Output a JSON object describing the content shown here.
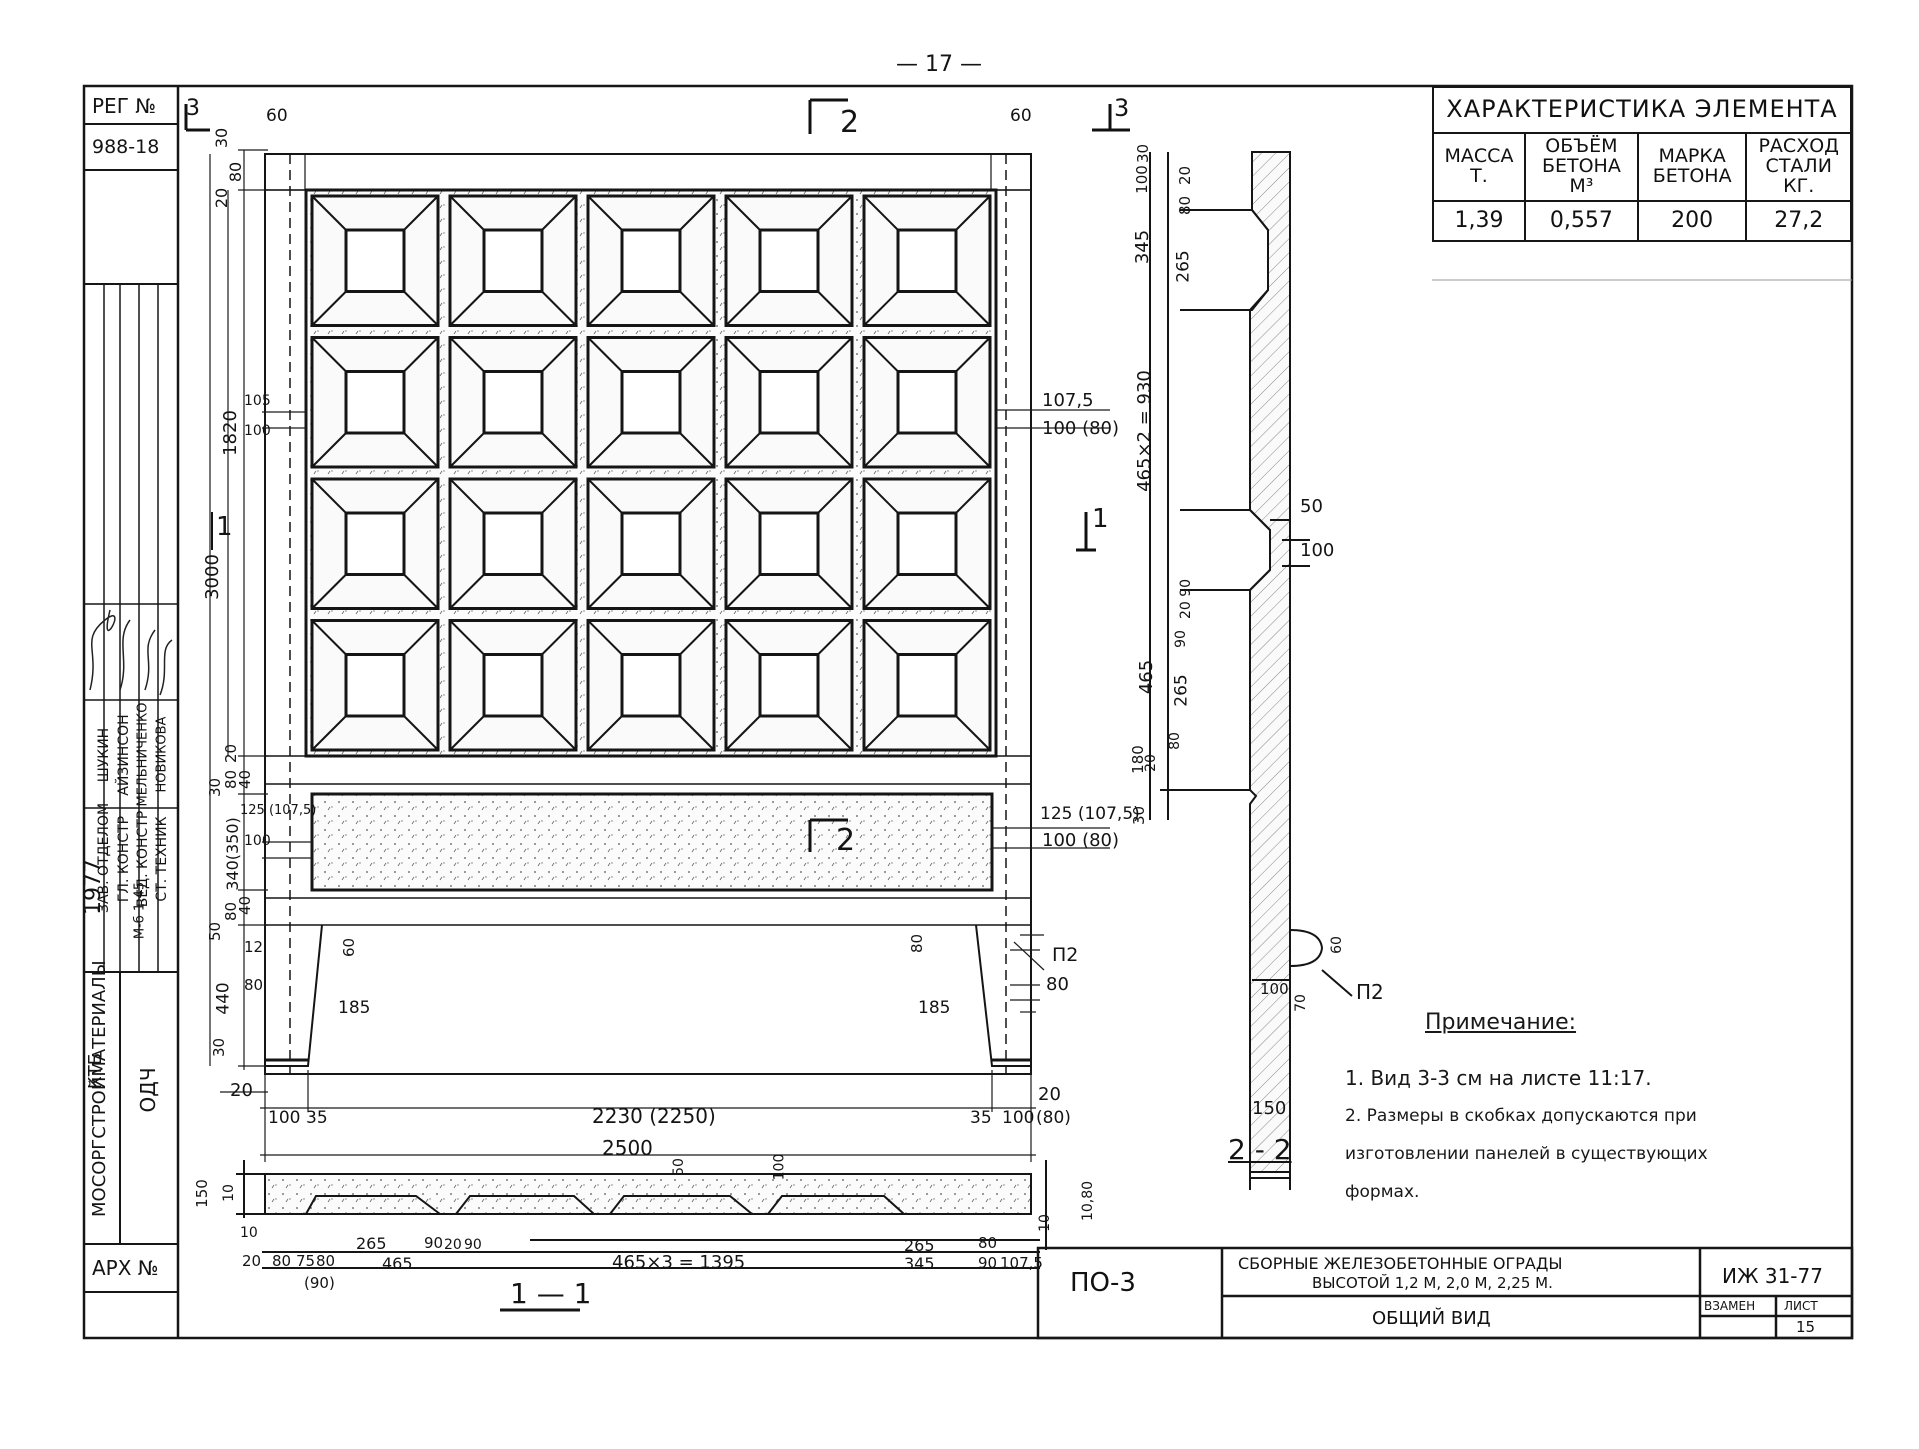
{
  "page_number": "— 17 —",
  "left_panel": {
    "reg_label": "РЕГ №",
    "reg_value": "988-18",
    "arch_label": "АРХ №",
    "org_text": "МОСОРГСТРОЙМАТЕРИАЛЫ",
    "org_sub": "КТБ",
    "odch": "ОДЧ",
    "year": "1977",
    "scale": "М-б 1:45",
    "staff_roles": [
      "ЗАВ. ОТДЕЛОМ",
      "ГЛ. КОНСТР",
      "ВЕД. КОНСТР",
      "СТ. ТЕХНИК"
    ],
    "staff_names": [
      "ШУКИН",
      "АЙЗИНСОН",
      "МЕЛЬНИЧЕНКО",
      "НОВИКОВА"
    ]
  },
  "properties_table": {
    "title": "ХАРАКТЕРИСТИКА ЭЛЕМЕНТА",
    "columns": [
      {
        "label": "МАССА Т.",
        "value": "1,39"
      },
      {
        "label": "ОБЪЁМ БЕТОНА М³",
        "value": "0,557"
      },
      {
        "label": "МАРКА БЕТОНА",
        "value": "200"
      },
      {
        "label": "РАСХОД СТАЛИ КГ.",
        "value": "27,2"
      }
    ]
  },
  "section_marks": {
    "s3_top_left": "3",
    "s3_top_right": "3",
    "s2_top": "2",
    "s2_bottom": "2",
    "s1_left": "1",
    "s1_right": "1",
    "section_1_1": "1 — 1",
    "section_2_2": "2 - 2"
  },
  "dimensions_front": {
    "d60_left": "60",
    "d60_right": "60",
    "d30_top": "30",
    "d20_top": "20",
    "d80_top": "80",
    "d1820": "1820",
    "d3000": "3000",
    "d105_left": "105",
    "d100_left": "100",
    "d1075_right": "107,5",
    "d100_80_right": "100 (80)",
    "d20_mid": "20",
    "d80_mid": "80",
    "d30_mid": "30",
    "d40_mid": "40",
    "d125_1075_left": "125 (107,5)",
    "d100_mid_left": "100",
    "d340_350": "340(350)",
    "d125_1075_right": "125 (107,5)",
    "d100_80_right2": "100 (80)",
    "d40_low": "40",
    "d80_low": "80",
    "d50_low": "50",
    "d12_left": "12",
    "d80_left2": "80",
    "d440": "440",
    "d30_bot": "30",
    "d60_low": "60",
    "d185_left": "185",
    "d185_right": "185",
    "d80_right_low": "80",
    "d80_right_low2": "80",
    "p2_right": "П2",
    "d20_bottom_left": "20",
    "d100_35_left": "100",
    "d35_left": "35",
    "d2230": "2230 (2250)",
    "d35_right": "35",
    "d100_right": "100",
    "d80_right_b": "(80)",
    "d20_right_b": "20",
    "d2500": "2500"
  },
  "dimensions_section_1": {
    "d150": "150",
    "d10_a": "10",
    "d10_b": "10",
    "d10_c": "10",
    "d20": "20",
    "d80_1": "80",
    "d75": "75",
    "d80_2": "80",
    "d90_p": "(90)",
    "d265_a": "265",
    "d90_a": "90",
    "d20_a": "20",
    "d90_b": "90",
    "d465": "465",
    "d465x3": "465×3 = 1395",
    "d265_b": "265",
    "d345": "345",
    "d80_3": "80",
    "d90_c": "90",
    "d1075": "107,5",
    "d50": "50",
    "d100": "100",
    "d10_80": "10,80"
  },
  "dimensions_section_2": {
    "d30": "30",
    "d100": "100",
    "d20": "20",
    "d80_a": "80",
    "d345": "345",
    "d265_a": "265",
    "d465x2": "465×2 = 930",
    "d50": "50",
    "d100_b": "100",
    "d20_90": "20 90",
    "d90": "90",
    "d465": "465",
    "d265_b": "265",
    "d20_b": "20",
    "d80_b": "80",
    "d180": "180",
    "d30_b": "30",
    "d60": "60",
    "d100_c": "100",
    "d70": "70",
    "p2": "П2",
    "d150": "150"
  },
  "notes": {
    "title": "Примечание:",
    "items": [
      "1. Вид   3-3 см   на листе  11:17.",
      "2. Размеры в скобках допускаются при",
      "    изготовлении панелей в существующих",
      "    формах."
    ]
  },
  "title_block": {
    "mark": "ПО-3",
    "name_line1": "СБОРНЫЕ   ЖЕЛЕЗОБЕТОННЫЕ   ОГРАДЫ",
    "name_line2": "ВЫСОТОЙ 1,2 М,  2,0 М,  2,25 М.",
    "sheet_title": "ОБЩИЙ  ВИД",
    "series": "ИЖ 31-77",
    "replaces_label": "ВЗАМЕН",
    "sheet_label": "ЛИСТ",
    "sheet_no": "15"
  }
}
